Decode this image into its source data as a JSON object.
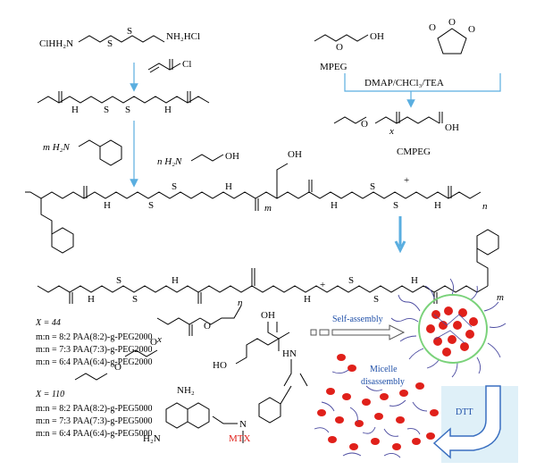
{
  "reagents": {
    "cystamine": "ClHH₂N",
    "cystamine_right": "NH₂HCl",
    "acryloyl_cl": "Cl",
    "mpeg_label": "MPEG",
    "conditions": "DMAP/CHCl₃/TEA",
    "cmpeg_label": "CMPEG",
    "x_sub": "x",
    "phenethylamine": "m H₂N",
    "ethanolamine": "n H₂N",
    "oh": "OH",
    "sulfur": "S",
    "nh": "H",
    "plus": "+",
    "m_sub": "m",
    "n_sub": "n"
  },
  "labels": {
    "x44": "X = 44",
    "peg2000": [
      "m:n = 8:2 PAA(8:2)-g-PEG2000",
      "m:n = 7:3 PAA(7:3)-g-PEG2000",
      "m:n = 6:4 PAA(6:4)-g-PEG2000"
    ],
    "x110": "X = 110",
    "peg5000": [
      "m:n = 8:2 PAA(8:2)-g-PEG5000",
      "m:n = 7:3 PAA(7:3)-g-PEG5000",
      "m:n = 6:4 PAA(6:4)-g-PEG5000"
    ],
    "self_assembly": "Self-assembly",
    "micelle_disassembly": [
      "Micelle",
      "disassembly"
    ],
    "dtt": "DTT",
    "mtx": "MTX",
    "mtx_nh2_top": "NH₂",
    "mtx_nh2_bottom": "H₂N",
    "mtx_n": "N",
    "mtx_oh_top": "OH",
    "mtx_hn": "HN",
    "mtx_ho": "HO"
  },
  "colors": {
    "arrow_blue": "#5aaee0",
    "label_blue": "#1f4fa8",
    "drug_red": "#e0201a",
    "chain_purple": "#4a4aa0",
    "micelle_ring": "#7ad27a",
    "dtt_panel": "#dff0f8"
  }
}
